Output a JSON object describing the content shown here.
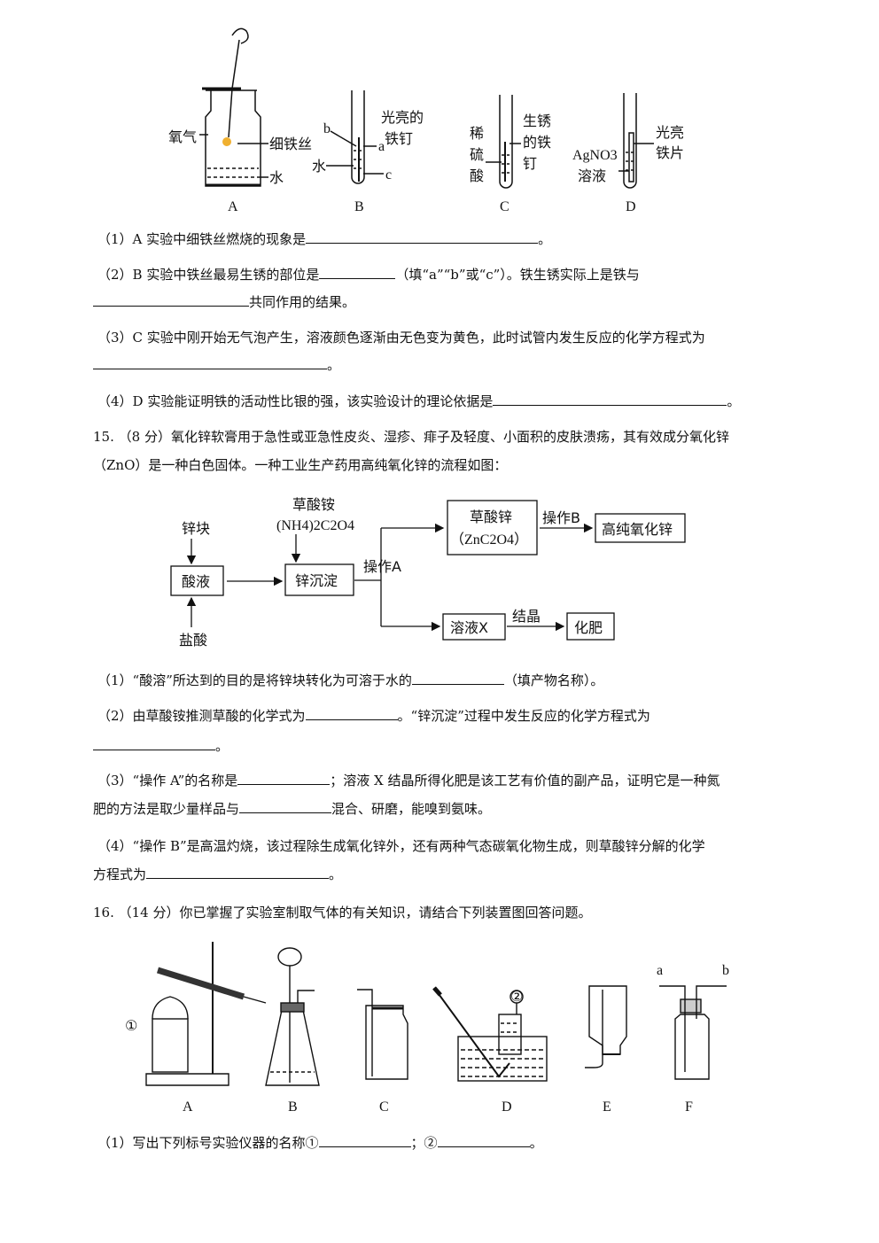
{
  "fig1": {
    "labels": {
      "oxygen": "氧气",
      "wire": "细铁丝",
      "water_a": "水",
      "b": "b",
      "bright1": "光亮的",
      "nail1": "铁钉",
      "a": "a",
      "water_b": "水",
      "c": "c",
      "acid": [
        "稀",
        "硫",
        "酸"
      ],
      "rusty": [
        "生锈",
        "的铁",
        "钉"
      ],
      "agno3": "AgNO3",
      "solution": "溶液",
      "bright2": "光亮",
      "plate": "铁片"
    },
    "captions": [
      "A",
      "B",
      "C",
      "D"
    ]
  },
  "q14": {
    "p1": {
      "pre": "（1）A 实验中细铁丝燃烧的现象是",
      "post": "。"
    },
    "p2": {
      "pre": "（2）B 实验中铁丝最易生锈的部位是",
      "mid": "（填“a”“b”或“c”）。铁生锈实际上是铁与",
      "post": "共同作用的结果。"
    },
    "p3": {
      "pre": "（3）C 实验中刚开始无气泡产生，溶液颜色逐渐由无色变为黄色，此时试管内发生反应的化学方程式为",
      "post": "。"
    },
    "p4": {
      "pre": "（4）D 实验能证明铁的活动性比银的强，该实验设计的理论依据是",
      "post": "。"
    }
  },
  "q15": {
    "number": "15.",
    "intro1": "（8 分）氧化锌软膏用于急性或亚急性皮炎、湿疹、痱子及轻度、小面积的皮肤溃疡，其有效成分氧化锌",
    "intro2": "（ZnO）是一种白色固体。一种工业生产药用高纯氧化锌的流程如图：",
    "flow": {
      "zinc": "锌块",
      "acid_box": "酸液",
      "hcl": "盐酸",
      "oxalate_name": "草酸铵",
      "oxalate_formula": "(NH4)2C2O4",
      "precip": "锌沉淀",
      "opA": "操作A",
      "zn_ox": "草酸锌",
      "zn_ox_formula": "（ZnC2O4）",
      "opB": "操作B",
      "zno": "高纯氧化锌",
      "solx": "溶液X",
      "cryst": "结晶",
      "fert": "化肥"
    },
    "p1": {
      "pre": "（1）“酸溶”所达到的目的是将锌块转化为可溶于水的",
      "post": "（填产物名称）。"
    },
    "p2": {
      "pre": "（2）由草酸铵推测草酸的化学式为",
      "mid": "。“锌沉淀”过程中发生反应的化学方程式为",
      "post": "。"
    },
    "p3": {
      "pre": "（3）“操作 A”的名称是",
      "mid": "；溶液 X 结晶所得化肥是该工艺有价值的副产品，证明它是一种氮",
      "pre2": "肥的方法是取少量样品与",
      "post": "混合、研磨，能嗅到氨味。"
    },
    "p4": {
      "pre": "（4）“操作 B”是高温灼烧，该过程除生成氧化锌外，还有两种气态碳氧化物生成，则草酸锌分解的化学",
      "pre2": "方程式为",
      "post": "。"
    }
  },
  "q16": {
    "number": "16.",
    "intro": "（14 分）你已掌握了实验室制取气体的有关知识，请结合下列装置图回答问题。",
    "fig": {
      "mark1": "①",
      "mark2": "②",
      "a": "a",
      "b": "b",
      "captions": [
        "A",
        "B",
        "C",
        "D",
        "E",
        "F"
      ]
    },
    "p1": {
      "pre": "（1）写出下列标号实验仪器的名称①",
      "mid": "；②",
      "post": "。"
    }
  }
}
